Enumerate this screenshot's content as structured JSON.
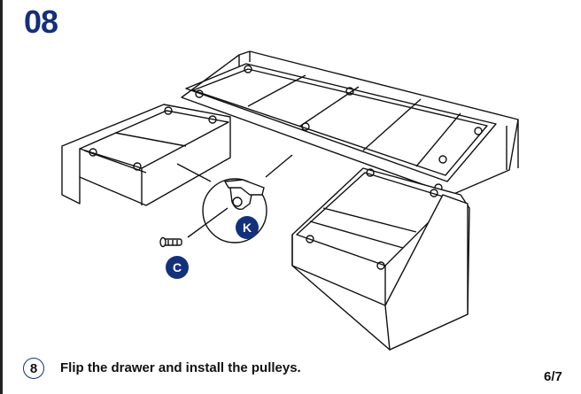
{
  "step_title": "08",
  "parts": {
    "pulley_label": "K",
    "screw_label": "C"
  },
  "footer": {
    "step_number": "8",
    "instruction": "Flip the drawer and install the pulleys.",
    "page": "6/7"
  },
  "colors": {
    "accent": "#13307a"
  }
}
